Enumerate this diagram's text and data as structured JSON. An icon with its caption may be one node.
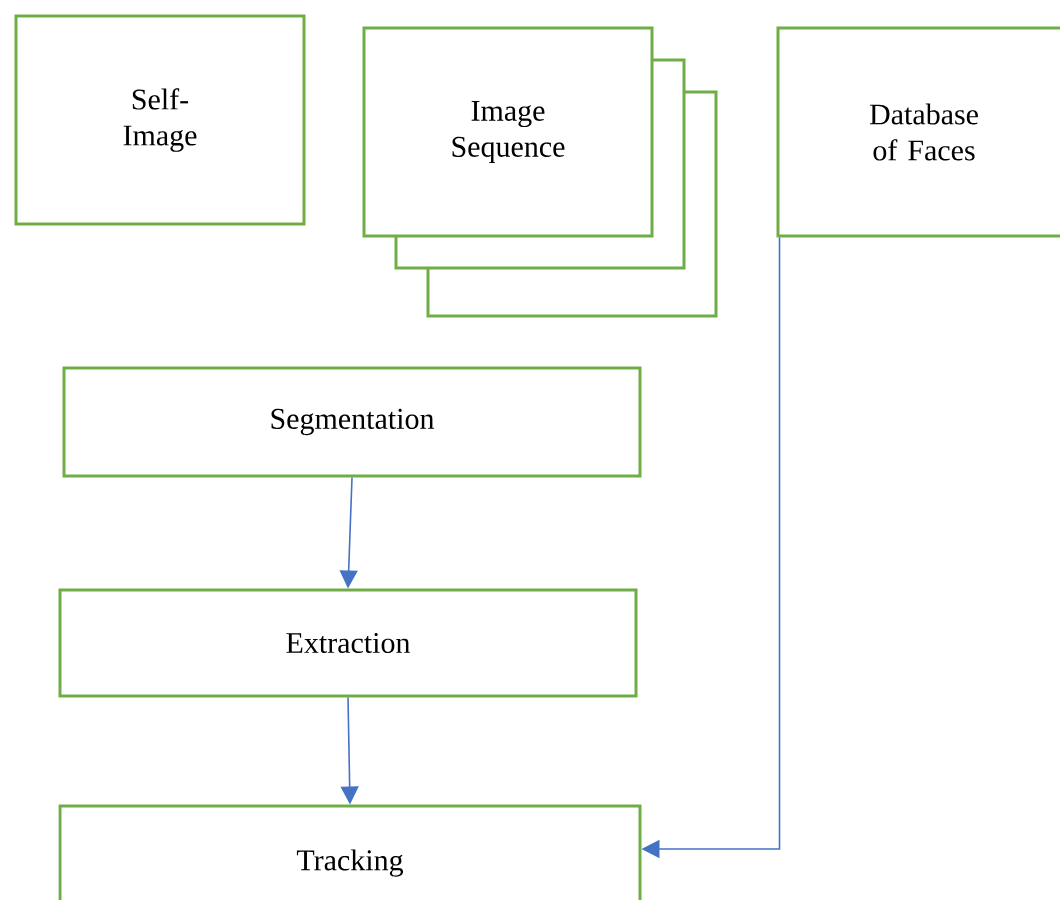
{
  "diagram": {
    "nodes": [
      {
        "text": [
          "Self-Image"
        ]
      },
      {
        "text": [
          "Image Sequence"
        ]
      },
      {
        "text": [
          "Database of Faces"
        ]
      },
      {
        "text": [
          "Segmentation"
        ]
      },
      {
        "text": [
          "Extraction"
        ]
      },
      {
        "text": [
          "Tracking"
        ]
      }
    ],
    "edges": [
      {
        "from": 3,
        "to": 4,
        "arrow": "to"
      },
      {
        "from": 4,
        "to": 5,
        "arrow": "to"
      },
      {
        "from": 2,
        "to": 5,
        "arrow": "to"
      }
    ]
  }
}
